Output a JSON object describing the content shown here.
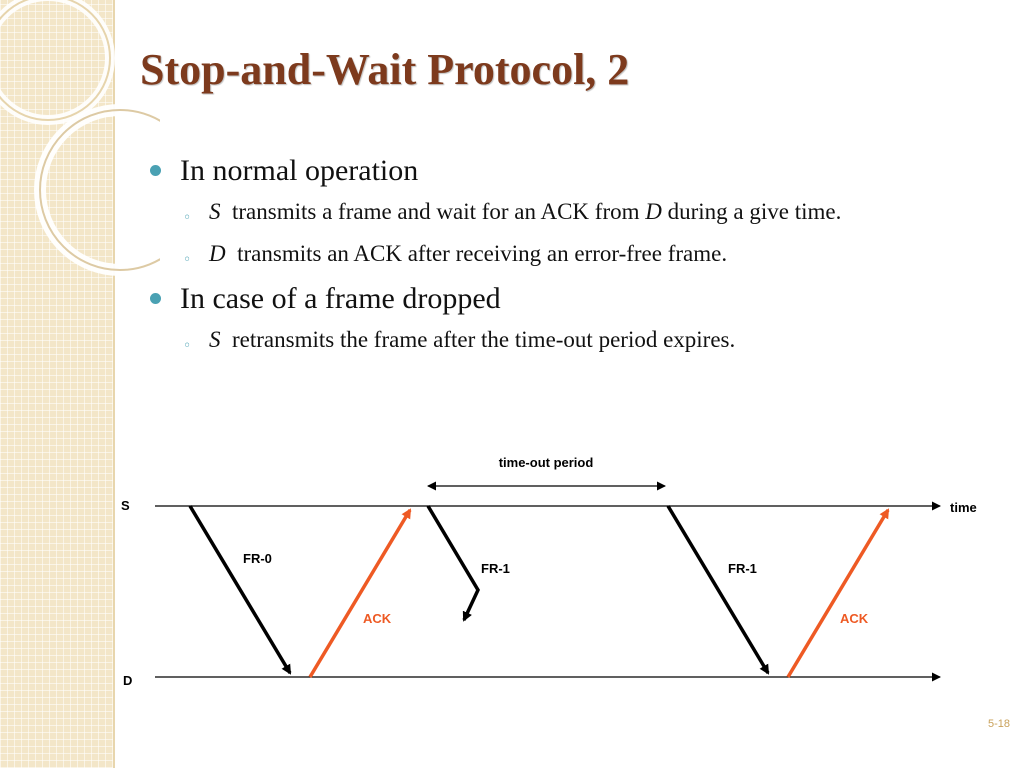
{
  "slide": {
    "title": "Stop-and-Wait Protocol, 2",
    "page_number": "5-18"
  },
  "bullets": [
    {
      "text": "In normal operation",
      "sub": [
        {
          "var": "S",
          "text": "transmits a frame and wait for an ACK from",
          "var2": "D",
          "text2": "during a give time."
        },
        {
          "var": "D",
          "text": "transmits an ACK after receiving an error-free frame."
        }
      ]
    },
    {
      "text": "In case of a frame dropped",
      "sub": [
        {
          "var": "S",
          "text": "retransmits the frame after the time-out period expires."
        }
      ]
    }
  ],
  "diagram": {
    "sender_label": "S",
    "receiver_label": "D",
    "time_label": "time",
    "timeout_label": "time-out period",
    "frame_labels": [
      "FR-0",
      "FR-1",
      "FR-1"
    ],
    "ack_labels": [
      "ACK",
      "ACK"
    ],
    "colors": {
      "frame": "#000000",
      "ack": "#ee5a24",
      "accent": "#4aa1b3",
      "title": "#7d3a1d"
    }
  }
}
